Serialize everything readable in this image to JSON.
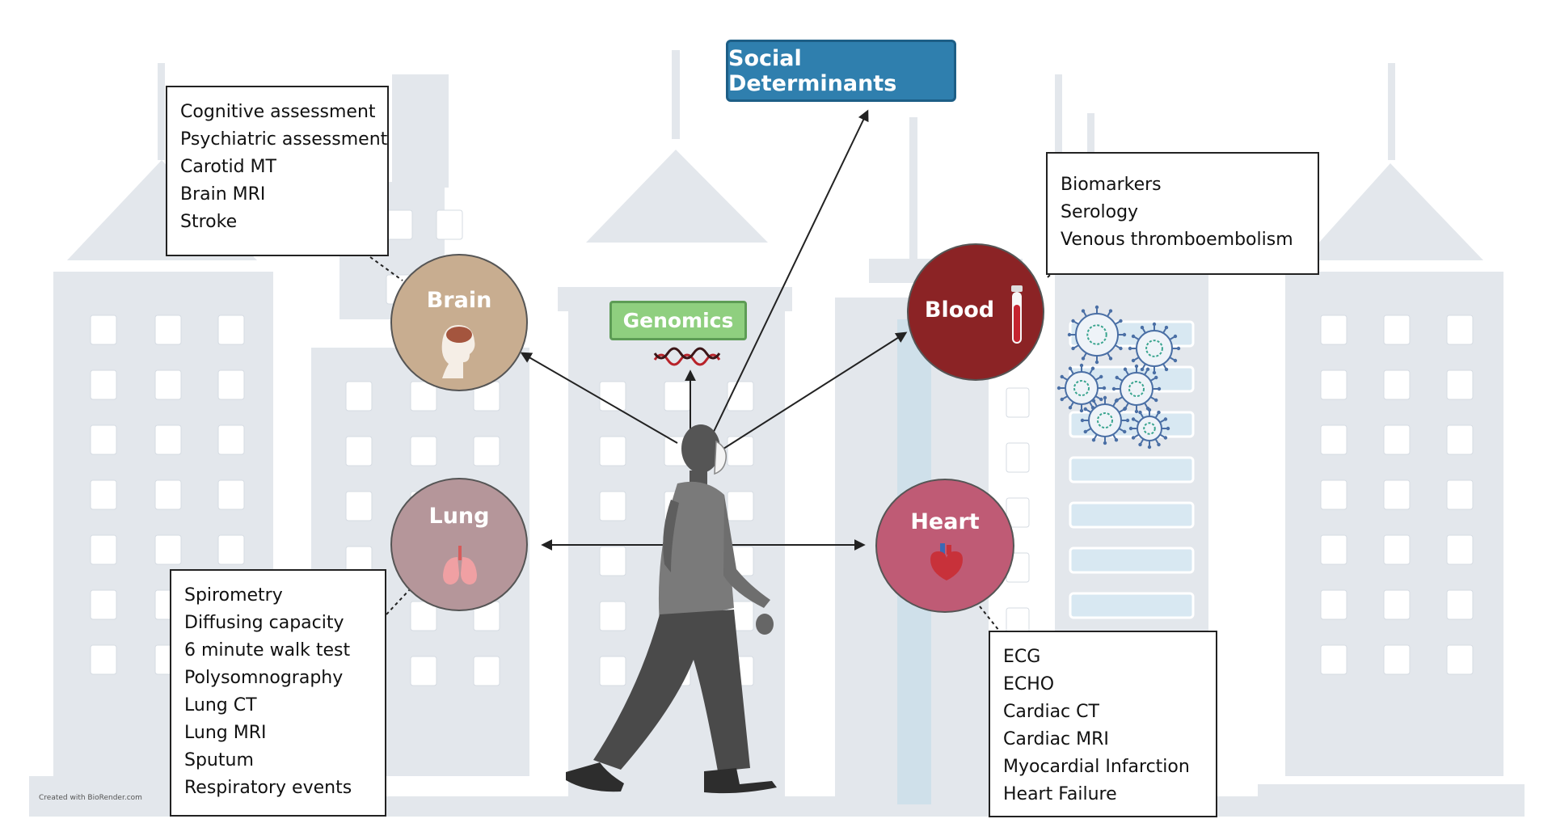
{
  "header": {
    "title": "Social Determinants"
  },
  "genomics": {
    "label": "Genomics"
  },
  "organs": {
    "brain": {
      "label": "Brain",
      "color": "#c8ad90"
    },
    "blood": {
      "label": "Blood",
      "color": "#8b2325"
    },
    "lung": {
      "label": "Lung",
      "color": "#b5969a"
    },
    "heart": {
      "label": "Heart",
      "color": "#bf5b75"
    }
  },
  "boxes": {
    "brain": [
      "Cognitive assessment",
      "Psychiatric assessment",
      "Carotid MT",
      "Brain MRI",
      "Stroke"
    ],
    "blood": [
      "Biomarkers",
      "Serology",
      "Venous thromboembolism"
    ],
    "lung": [
      "Spirometry",
      "Diffusing capacity",
      "6 minute walk test",
      "Polysomnography",
      "Lung CT",
      "Lung MRI",
      "Sputum",
      "Respiratory events"
    ],
    "heart": [
      "ECG",
      "ECHO",
      "Cardiac CT",
      "Cardiac MRI",
      "Myocardial Infarction",
      "Heart Failure"
    ]
  },
  "footer": {
    "credit": "Created with BioRender.com"
  },
  "colors": {
    "buildings": "#e3e7ec",
    "windows": "#ffffff",
    "accent_blue": "#2f7fae",
    "genomics_green": "#8fcf7f"
  }
}
